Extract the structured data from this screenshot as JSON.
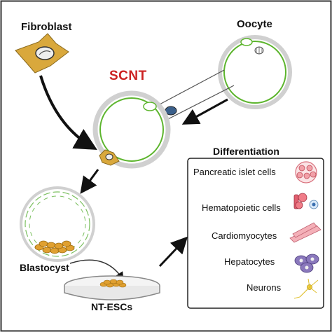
{
  "labels": {
    "fibroblast": "Fibroblast",
    "oocyte": "Oocyte",
    "scnt": "SCNT",
    "differentiation": "Differentiation",
    "blastocyst": "Blastocyst",
    "nt_escs": "NT-ESCs"
  },
  "differentiation_items": [
    {
      "label": "Pancreatic islet cells",
      "icon": "pancreatic-islet-cells-icon"
    },
    {
      "label": "Hematopoietic cells",
      "icon": "hematopoietic-cells-icon"
    },
    {
      "label": "Cardiomyocytes",
      "icon": "cardiomyocytes-icon"
    },
    {
      "label": "Hepatocytes",
      "icon": "hepatocytes-icon"
    },
    {
      "label": "Neurons",
      "icon": "neurons-icon"
    }
  ],
  "colors": {
    "membrane_green": "#5db52e",
    "zona_gray": "#d0d0d0",
    "fibroblast_orange": "#d9a83c",
    "scnt_red": "#cc2222",
    "cell_pink": "#f2a0a8",
    "hepatocyte_purple": "#6b5a9e"
  }
}
